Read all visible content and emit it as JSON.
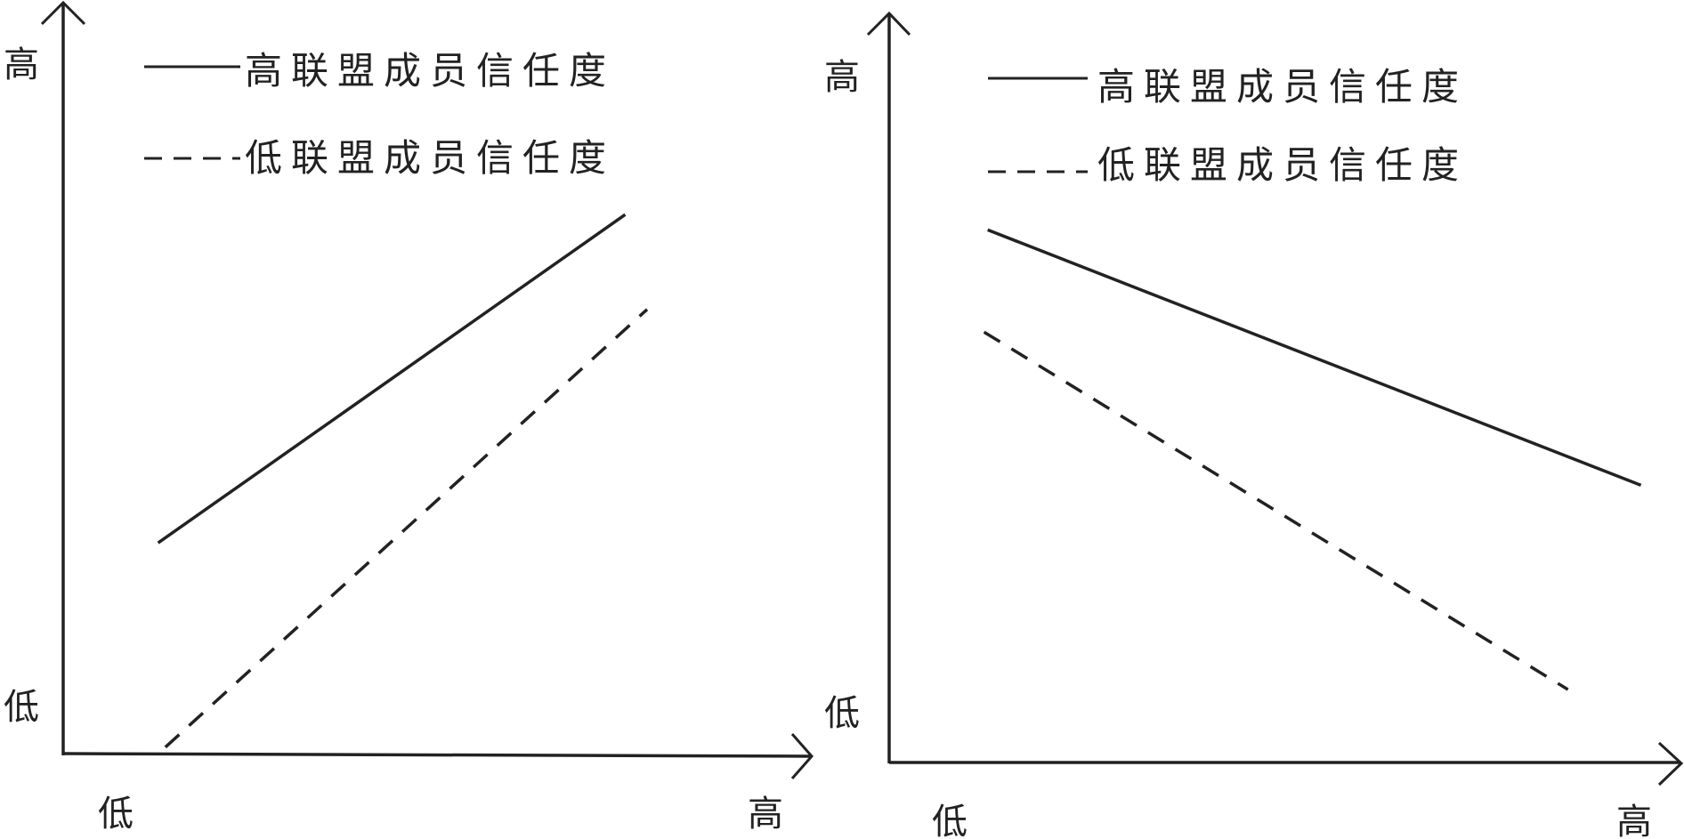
{
  "chart_data": [
    {
      "type": "line",
      "title": "",
      "xlabel": "",
      "ylabel": "",
      "x_ticks": [
        "低",
        "高"
      ],
      "y_ticks": [
        "高",
        "低"
      ],
      "xlim": [
        0,
        11
      ],
      "ylim": [
        0,
        10.3
      ],
      "grid": false,
      "legend_position": "top-left",
      "series": [
        {
          "name": "高联盟成员信任度",
          "style": "solid",
          "x": [
            1.3,
            7.7
          ],
          "y": [
            2.9,
            7.4
          ]
        },
        {
          "name": "低联盟成员信任度",
          "style": "dashed",
          "x": [
            1.4,
            8.0
          ],
          "y": [
            0.1,
            6.1
          ]
        }
      ]
    },
    {
      "type": "line",
      "title": "",
      "xlabel": "",
      "ylabel": "",
      "x_ticks": [
        "低",
        "高"
      ],
      "y_ticks": [
        "高",
        "低"
      ],
      "xlim": [
        0,
        11
      ],
      "ylim": [
        0,
        10.3
      ],
      "grid": false,
      "legend_position": "top-left",
      "series": [
        {
          "name": "高联盟成员信任度",
          "style": "solid",
          "x": [
            1.35,
            10.3
          ],
          "y": [
            7.3,
            3.8
          ]
        },
        {
          "name": "低联盟成员信任度",
          "style": "dashed",
          "x": [
            1.3,
            9.3
          ],
          "y": [
            5.9,
            1.0
          ]
        }
      ]
    }
  ],
  "colors": {
    "line": "#222222"
  }
}
